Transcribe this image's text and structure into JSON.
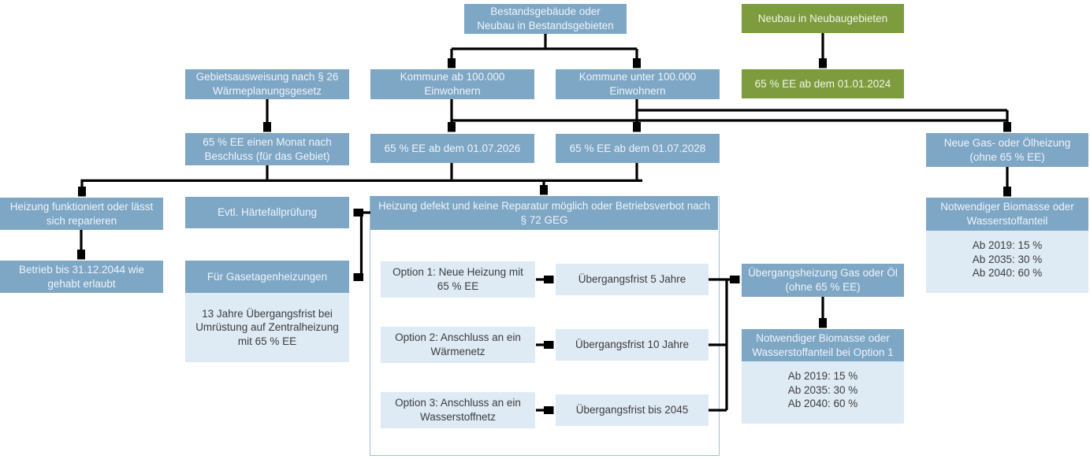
{
  "colors": {
    "blue": "#7ea6c5",
    "green": "#7c9c3e",
    "light": "#deeaf4",
    "cborder": "#9cc3da",
    "arrow": "#000000"
  },
  "nodes": {
    "bestand": "Bestandsgebäude oder Neubau in Bestandsgebieten",
    "neubau": "Neubau in Neubaugebieten",
    "gebietsausweisung": "Gebietsausweisung nach § 26 Wärmeplanungsgesetz",
    "kommune_ab": "Kommune ab 100.000 Einwohnern",
    "kommune_unter": "Kommune unter 100.000 Einwohnern",
    "ee_2024": "65 % EE ab dem 01.01.2024",
    "ee_monat": "65 % EE einen Monat nach Beschluss (für das Gebiet)",
    "ee_2026": "65 % EE ab dem 01.07.2026",
    "ee_2028": "65 % EE ab dem 01.07.2028",
    "neue_gas": "Neue Gas- oder Ölheizung (ohne 65 % EE)",
    "heizung_funktioniert": "Heizung funktioniert oder lässt sich reparieren",
    "betrieb": "Betrieb bis 31.12.2044 wie gehabt erlaubt",
    "haertefall": "Evtl. Härtefallprüfung",
    "gasetagen": "Für Gasetagenheizungen",
    "gasetagen_detail": "13 Jahre Übergangsfrist bei Umrüstung auf Zentralheizung mit 65 % EE",
    "heizung_defekt": "Heizung defekt und keine Reparatur möglich oder Betriebsverbot nach § 72 GEG",
    "option1": "Option 1: Neue Heizung mit 65 % EE",
    "option2": "Option 2: Anschluss an ein Wärmenetz",
    "option3": "Option 3: Anschluss an ein Wasserstoffnetz",
    "frist1": "Übergangsfrist 5 Jahre",
    "frist2": "Übergangsfrist 10 Jahre",
    "frist3": "Übergangsfrist bis 2045",
    "uebergangsheizung": "Übergangsheizung Gas oder Öl (ohne 65 % EE)",
    "notwendig_right": "Notwendiger Biomasse oder Wasserstoffanteil",
    "notwendig_right_lines": [
      "Ab 2019: 15 %",
      "Ab 2035: 30 %",
      "Ab 2040: 60 %"
    ],
    "notwendig_option1": "Notwendiger Biomasse oder Wasserstoffanteil bei Option 1",
    "notwendig_option1_lines": [
      "Ab 2019: 15 %",
      "Ab 2035: 30 %",
      "Ab 2040: 60 %"
    ]
  }
}
